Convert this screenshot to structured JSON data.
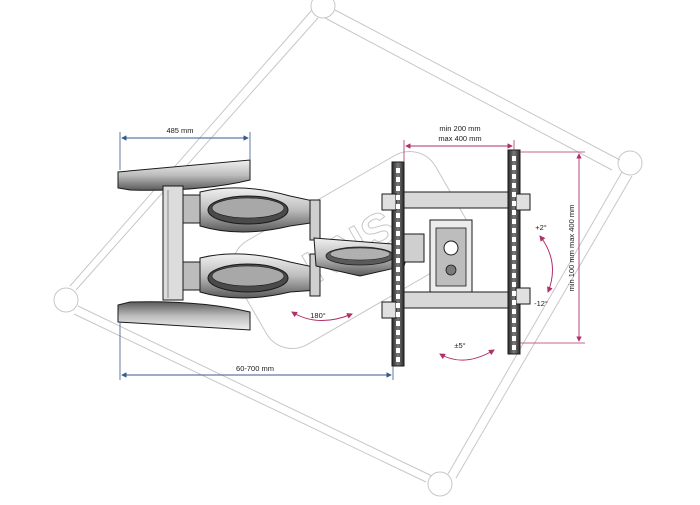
{
  "colors": {
    "background": "#ffffff",
    "line": "#1a1a1a",
    "metal_light": "#e6e6e6",
    "metal_mid": "#9a9a9a",
    "metal_dark": "#3a3a3a",
    "dim_blue": "#3b5a8c",
    "dim_magenta": "#b0306a",
    "watermark": "#9a9a9a"
  },
  "dimensions": {
    "arm_width": "485 mm",
    "extension": "60-700 mm",
    "vesa_h_min": "min 200 mm",
    "vesa_h_max": "max 400 mm",
    "vesa_v": "min 100 mm max 400 mm"
  },
  "angles": {
    "swivel": "180°",
    "rotation": "±5°",
    "tilt_up": "+2°",
    "tilt_down": "-12°"
  },
  "watermark": {
    "text": "KNS"
  }
}
